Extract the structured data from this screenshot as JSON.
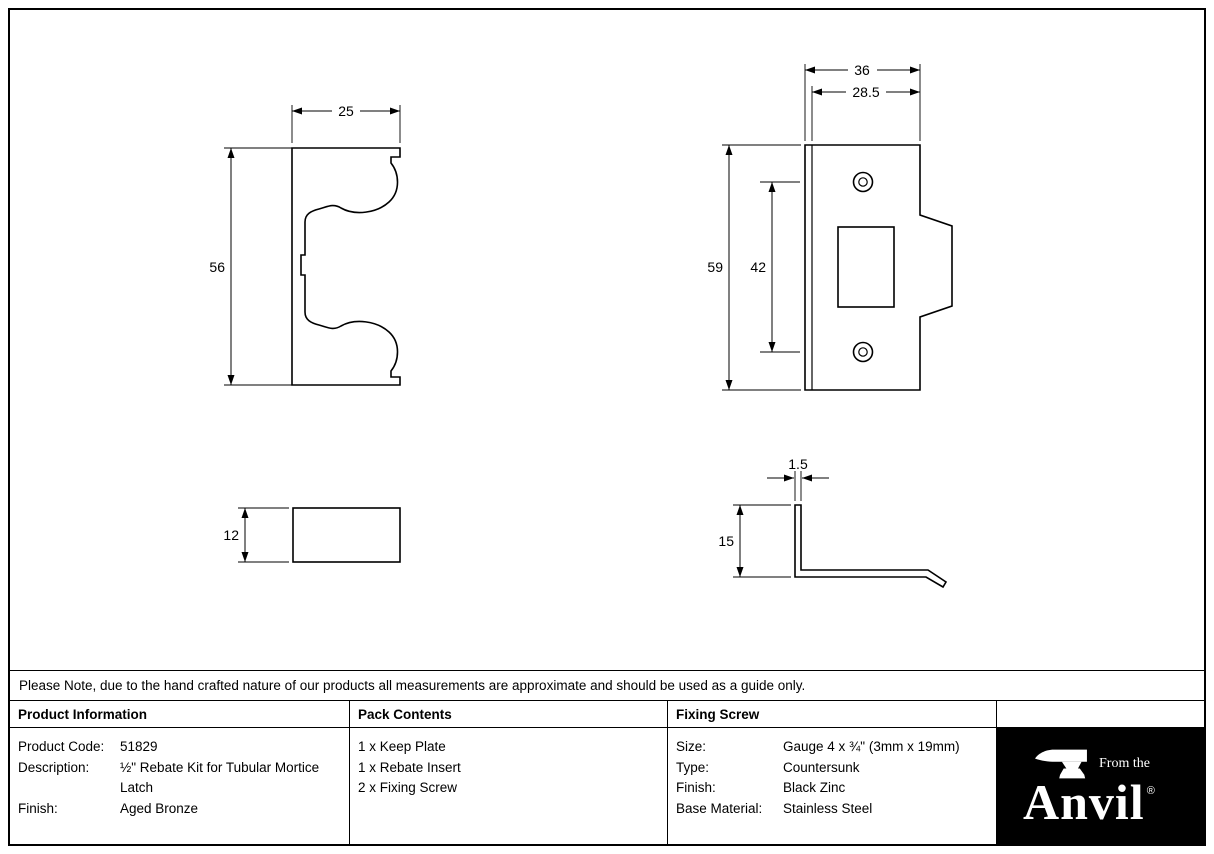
{
  "page": {
    "note": "Please Note, due to the hand crafted nature of our products all measurements are approximate and should be used as a guide only."
  },
  "drawings": {
    "insert_front": {
      "width": "25",
      "height": "56"
    },
    "keep_plate": {
      "overall_width": "36",
      "inner_width": "28.5",
      "overall_height": "59",
      "hole_spacing": "42"
    },
    "insert_side": {
      "height": "12"
    },
    "plate_side": {
      "thickness": "1.5",
      "height": "15"
    }
  },
  "table": {
    "headers": {
      "product": "Product Information",
      "pack": "Pack Contents",
      "screw": "Fixing Screw"
    },
    "product_info": [
      {
        "label": "Product Code:",
        "value": "51829"
      },
      {
        "label": "Description:",
        "value": "½\" Rebate Kit for Tubular Mortice Latch"
      },
      {
        "label": "Finish:",
        "value": "Aged Bronze"
      }
    ],
    "pack_contents": [
      "1 x Keep Plate",
      "1 x Rebate Insert",
      "2 x Fixing Screw"
    ],
    "fixing_screw": [
      {
        "label": "Size:",
        "value": "Gauge 4 x ¾\" (3mm x 19mm)"
      },
      {
        "label": "Type:",
        "value": "Countersunk"
      },
      {
        "label": "Finish:",
        "value": "Black Zinc"
      },
      {
        "label": "Base Material:",
        "value": "Stainless Steel"
      }
    ],
    "logo": {
      "tagline": "From the",
      "brand": "Anvil",
      "registered": "®"
    }
  }
}
